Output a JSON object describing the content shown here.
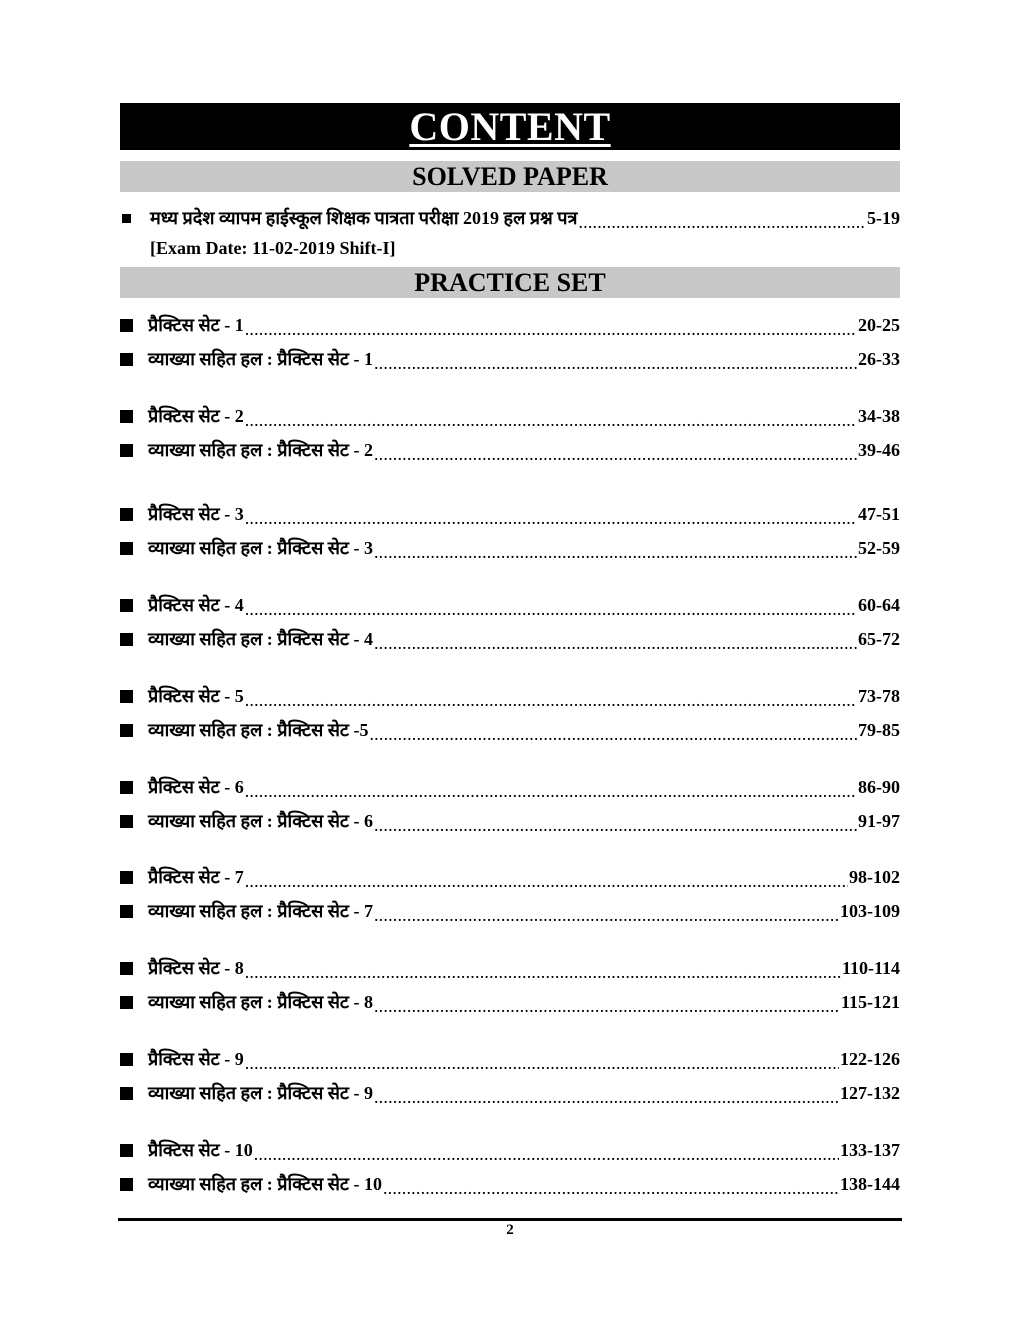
{
  "title": "CONTENT",
  "solved_paper": {
    "heading": "SOLVED PAPER",
    "item": {
      "label": "मध्य प्रदेश व्यापम हाईस्कूल शिक्षक पात्रता परीक्षा 2019 हल प्रश्न पत्र",
      "pages": "5-19"
    },
    "exam_date": "[Exam Date: 11-02-2019 Shift-I]"
  },
  "practice_set": {
    "heading": "PRACTICE SET",
    "items": [
      {
        "label": "प्रैक्टिस सेट - 1",
        "pages": "20-25"
      },
      {
        "label": "व्याख्या सहित हल : प्रैक्टिस सेट - 1",
        "pages": "26-33"
      },
      {
        "label": "प्रैक्टिस सेट - 2",
        "pages": "34-38"
      },
      {
        "label": "व्याख्या सहित हल : प्रैक्टिस सेट - 2",
        "pages": "39-46"
      },
      {
        "label": "प्रैक्टिस सेट - 3",
        "pages": "47-51"
      },
      {
        "label": "व्याख्या सहित हल : प्रैक्टिस सेट - 3",
        "pages": "52-59"
      },
      {
        "label": "प्रैक्टिस सेट - 4",
        "pages": "60-64"
      },
      {
        "label": "व्याख्या सहित हल : प्रैक्टिस सेट - 4",
        "pages": "65-72"
      },
      {
        "label": "प्रैक्टिस सेट - 5",
        "pages": "73-78"
      },
      {
        "label": "व्याख्या सहित हल : प्रैक्टिस सेट -5",
        "pages": "79-85"
      },
      {
        "label": "प्रैक्टिस सेट - 6",
        "pages": "86-90"
      },
      {
        "label": "व्याख्या सहित हल : प्रैक्टिस सेट - 6",
        "pages": "91-97"
      },
      {
        "label": "प्रैक्टिस सेट - 7",
        "pages": "98-102"
      },
      {
        "label": "व्याख्या सहित हल : प्रैक्टिस सेट - 7",
        "pages": "103-109"
      },
      {
        "label": "प्रैक्टिस सेट - 8",
        "pages": "110-114"
      },
      {
        "label": "व्याख्या सहित हल : प्रैक्टिस सेट - 8",
        "pages": "115-121"
      },
      {
        "label": "प्रैक्टिस सेट - 9",
        "pages": "122-126"
      },
      {
        "label": "व्याख्या सहित हल : प्रैक्टिस सेट - 9",
        "pages": "127-132"
      },
      {
        "label": "प्रैक्टिस सेट - 10",
        "pages": "133-137"
      },
      {
        "label": "व्याख्या सहित हल : प्रैक्टिस सेट - 10",
        "pages": "138-144"
      }
    ]
  },
  "page_number": "2"
}
